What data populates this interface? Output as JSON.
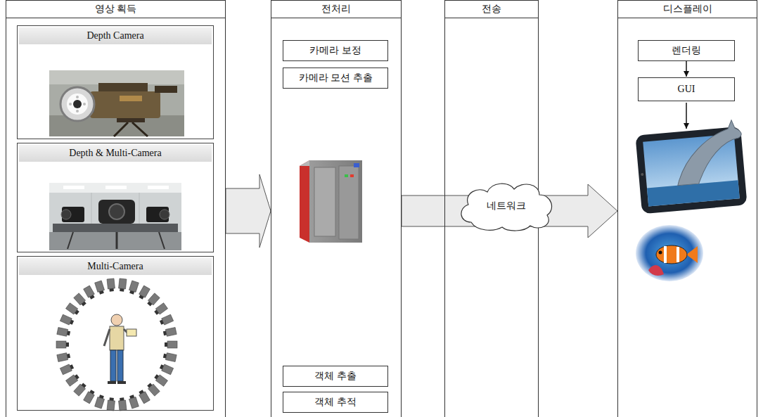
{
  "diagram": {
    "nodes": [
      {
        "text": [
          "영상 획득"
        ]
      },
      {
        "text": [
          "Depth Camera"
        ],
        "in": 0
      },
      {
        "text": [
          "Depth & Multi-Camera"
        ],
        "in": 0
      },
      {
        "text": [
          "Multi-Camera"
        ],
        "in": 0
      },
      {
        "text": [
          "전처리"
        ]
      },
      {
        "text": [
          "카메라 보정"
        ],
        "in": 4
      },
      {
        "text": [
          "카메라 모션 추출"
        ],
        "in": 4
      },
      {
        "text": [
          "객체 추출"
        ],
        "in": 4
      },
      {
        "text": [
          "객체 추적"
        ],
        "in": 4
      },
      {
        "text": [
          "전송"
        ]
      },
      {
        "text": [
          "네트워크"
        ],
        "in": 9
      },
      {
        "text": [
          "디스플레이"
        ]
      },
      {
        "text": [
          "렌더링"
        ],
        "in": 11
      },
      {
        "text": [
          "GUI"
        ],
        "in": 11
      }
    ],
    "edges": [
      {
        "from": 0,
        "to": 4,
        "arrow": "to"
      },
      {
        "from": 4,
        "to": 10,
        "arrow": "none"
      },
      {
        "from": 10,
        "to": 11,
        "arrow": "to"
      },
      {
        "from": 12,
        "to": 13,
        "arrow": "to"
      }
    ]
  }
}
